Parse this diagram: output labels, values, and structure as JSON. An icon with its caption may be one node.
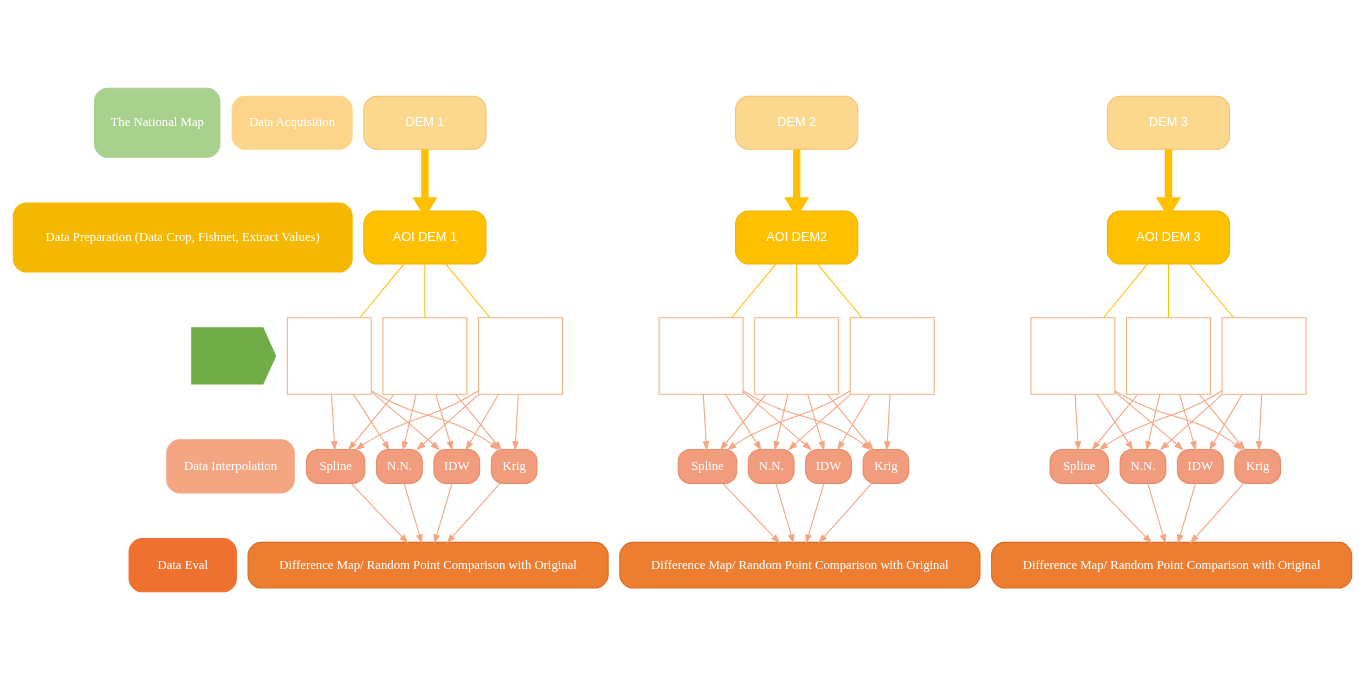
{
  "diagram": {
    "nodes": [
      {
        "text": [
          "The National Map"
        ]
      },
      {
        "text": [],
        "shape": "chevron"
      },
      {
        "text": [
          "Data Acquisition"
        ]
      },
      {
        "text": [
          "Data Preparation (Data Crop, Fishnet, Extract Values)"
        ]
      },
      {
        "text": [
          "Data Interpolation"
        ]
      },
      {
        "text": [
          "Data Eval"
        ]
      },
      {
        "text": [
          "DEM 1"
        ]
      },
      {
        "text": [
          "AOI DEM 1"
        ]
      },
      {
        "text": [],
        "shape": "box"
      },
      {
        "text": [],
        "shape": "box"
      },
      {
        "text": [],
        "shape": "box"
      },
      {
        "text": [
          "IDW"
        ]
      },
      {
        "text": [
          "Krig"
        ]
      },
      {
        "text": [
          "Spline"
        ]
      },
      {
        "text": [
          "N.N."
        ]
      },
      {
        "text": [
          "Difference Map/ Random Point Comparison with Original"
        ]
      },
      {
        "text": [
          "DEM 2"
        ]
      },
      {
        "text": [
          "AOI DEM2"
        ]
      },
      {
        "text": [],
        "shape": "box"
      },
      {
        "text": [],
        "shape": "box"
      },
      {
        "text": [],
        "shape": "box"
      },
      {
        "text": [
          "IDW"
        ]
      },
      {
        "text": [
          "Krig"
        ]
      },
      {
        "text": [
          "Spline"
        ]
      },
      {
        "text": [
          "N.N."
        ]
      },
      {
        "text": [
          "Difference Map/ Random Point Comparison with Original"
        ]
      },
      {
        "text": [
          "DEM 3"
        ]
      },
      {
        "text": [
          "AOI DEM 3"
        ]
      },
      {
        "text": [],
        "shape": "box"
      },
      {
        "text": [],
        "shape": "box"
      },
      {
        "text": [],
        "shape": "box"
      },
      {
        "text": [
          "IDW"
        ]
      },
      {
        "text": [
          "Krig"
        ]
      },
      {
        "text": [
          "Spline"
        ]
      },
      {
        "text": [
          "N.N."
        ]
      },
      {
        "text": [
          "Difference Map/ Random Point Comparison with Original"
        ]
      }
    ],
    "edges": [
      {
        "from": 6,
        "to": 7,
        "arrow": "to",
        "style": "thick",
        "color": "#ffc000"
      },
      {
        "from": 7,
        "to": 8,
        "arrow": "none",
        "color": "#ffc000"
      },
      {
        "from": 7,
        "to": 9,
        "arrow": "none",
        "color": "#ffc000"
      },
      {
        "from": 7,
        "to": 10,
        "arrow": "none",
        "color": "#ffc000"
      },
      {
        "from": 8,
        "to": 11,
        "arrow": "to"
      },
      {
        "from": 8,
        "to": 12,
        "arrow": "to"
      },
      {
        "from": 8,
        "to": 13,
        "arrow": "to"
      },
      {
        "from": 8,
        "to": 14,
        "arrow": "to"
      },
      {
        "from": 9,
        "to": 11,
        "arrow": "to"
      },
      {
        "from": 9,
        "to": 12,
        "arrow": "to"
      },
      {
        "from": 9,
        "to": 13,
        "arrow": "to"
      },
      {
        "from": 9,
        "to": 14,
        "arrow": "to"
      },
      {
        "from": 10,
        "to": 11,
        "arrow": "to"
      },
      {
        "from": 10,
        "to": 12,
        "arrow": "to"
      },
      {
        "from": 10,
        "to": 13,
        "arrow": "to"
      },
      {
        "from": 10,
        "to": 14,
        "arrow": "to"
      },
      {
        "from": 11,
        "to": 15,
        "arrow": "to"
      },
      {
        "from": 12,
        "to": 15,
        "arrow": "to"
      },
      {
        "from": 13,
        "to": 15,
        "arrow": "to"
      },
      {
        "from": 14,
        "to": 15,
        "arrow": "to"
      },
      {
        "from": 16,
        "to": 17,
        "arrow": "to",
        "style": "thick",
        "color": "#ffc000"
      },
      {
        "from": 17,
        "to": 18,
        "arrow": "none",
        "color": "#ffc000"
      },
      {
        "from": 17,
        "to": 19,
        "arrow": "none",
        "color": "#ffc000"
      },
      {
        "from": 17,
        "to": 20,
        "arrow": "none",
        "color": "#ffc000"
      },
      {
        "from": 18,
        "to": 21,
        "arrow": "to"
      },
      {
        "from": 18,
        "to": 22,
        "arrow": "to"
      },
      {
        "from": 18,
        "to": 23,
        "arrow": "to"
      },
      {
        "from": 18,
        "to": 24,
        "arrow": "to"
      },
      {
        "from": 19,
        "to": 21,
        "arrow": "to"
      },
      {
        "from": 19,
        "to": 22,
        "arrow": "to"
      },
      {
        "from": 19,
        "to": 23,
        "arrow": "to"
      },
      {
        "from": 19,
        "to": 24,
        "arrow": "to"
      },
      {
        "from": 20,
        "to": 21,
        "arrow": "to"
      },
      {
        "from": 20,
        "to": 22,
        "arrow": "to"
      },
      {
        "from": 20,
        "to": 23,
        "arrow": "to"
      },
      {
        "from": 20,
        "to": 24,
        "arrow": "to"
      },
      {
        "from": 21,
        "to": 25,
        "arrow": "to"
      },
      {
        "from": 22,
        "to": 25,
        "arrow": "to"
      },
      {
        "from": 23,
        "to": 25,
        "arrow": "to"
      },
      {
        "from": 24,
        "to": 25,
        "arrow": "to"
      },
      {
        "from": 26,
        "to": 27,
        "arrow": "to",
        "style": "thick",
        "color": "#ffc000"
      },
      {
        "from": 27,
        "to": 28,
        "arrow": "none",
        "color": "#ffc000"
      },
      {
        "from": 27,
        "to": 29,
        "arrow": "none",
        "color": "#ffc000"
      },
      {
        "from": 27,
        "to": 30,
        "arrow": "none",
        "color": "#ffc000"
      },
      {
        "from": 28,
        "to": 31,
        "arrow": "to"
      },
      {
        "from": 28,
        "to": 32,
        "arrow": "to"
      },
      {
        "from": 28,
        "to": 33,
        "arrow": "to"
      },
      {
        "from": 28,
        "to": 34,
        "arrow": "to"
      },
      {
        "from": 29,
        "to": 31,
        "arrow": "to"
      },
      {
        "from": 29,
        "to": 32,
        "arrow": "to"
      },
      {
        "from": 29,
        "to": 33,
        "arrow": "to"
      },
      {
        "from": 29,
        "to": 34,
        "arrow": "to"
      },
      {
        "from": 30,
        "to": 31,
        "arrow": "to"
      },
      {
        "from": 30,
        "to": 32,
        "arrow": "to"
      },
      {
        "from": 30,
        "to": 33,
        "arrow": "to"
      },
      {
        "from": 30,
        "to": 34,
        "arrow": "to"
      },
      {
        "from": 31,
        "to": 35,
        "arrow": "to"
      },
      {
        "from": 32,
        "to": 35,
        "arrow": "to"
      },
      {
        "from": 33,
        "to": 35,
        "arrow": "to"
      },
      {
        "from": 34,
        "to": 35,
        "arrow": "to"
      }
    ]
  }
}
